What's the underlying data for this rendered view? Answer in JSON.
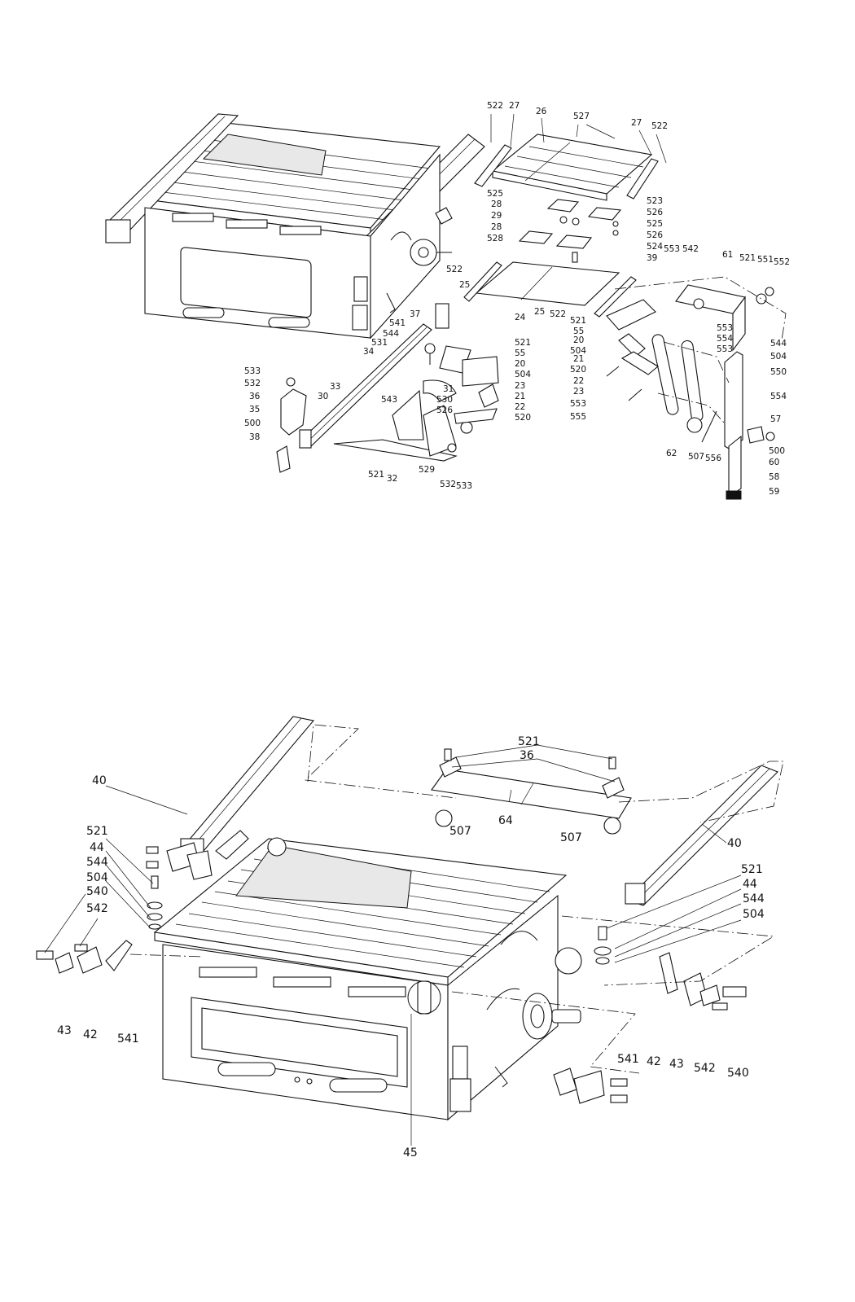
{
  "top_view": {
    "labels": [
      {
        "id": "t522a",
        "text": "522"
      },
      {
        "id": "t27a",
        "text": "27"
      },
      {
        "id": "t26",
        "text": "26"
      },
      {
        "id": "t527",
        "text": "527"
      },
      {
        "id": "t27b",
        "text": "27"
      },
      {
        "id": "t522b",
        "text": "522"
      },
      {
        "id": "t525a",
        "text": "525"
      },
      {
        "id": "t28a",
        "text": "28"
      },
      {
        "id": "t29",
        "text": "29"
      },
      {
        "id": "t28b",
        "text": "28"
      },
      {
        "id": "t528",
        "text": "528"
      },
      {
        "id": "t523",
        "text": "523"
      },
      {
        "id": "t526a",
        "text": "526"
      },
      {
        "id": "t525b",
        "text": "525"
      },
      {
        "id": "t526b",
        "text": "526"
      },
      {
        "id": "t524",
        "text": "524"
      },
      {
        "id": "t39",
        "text": "39"
      },
      {
        "id": "t553a",
        "text": "553"
      },
      {
        "id": "t542",
        "text": "542"
      },
      {
        "id": "t61",
        "text": "61"
      },
      {
        "id": "t521a",
        "text": "521"
      },
      {
        "id": "t551",
        "text": "551"
      },
      {
        "id": "t552",
        "text": "552"
      },
      {
        "id": "t522c",
        "text": "522"
      },
      {
        "id": "t25a",
        "text": "25"
      },
      {
        "id": "t24",
        "text": "24"
      },
      {
        "id": "t25b",
        "text": "25"
      },
      {
        "id": "t522d",
        "text": "522"
      },
      {
        "id": "t521b",
        "text": "521"
      },
      {
        "id": "t55a",
        "text": "55"
      },
      {
        "id": "t20a",
        "text": "20"
      },
      {
        "id": "t504a",
        "text": "504"
      },
      {
        "id": "t21a",
        "text": "21"
      },
      {
        "id": "t520a",
        "text": "520"
      },
      {
        "id": "t22a",
        "text": "22"
      },
      {
        "id": "t23a",
        "text": "23"
      },
      {
        "id": "t553b",
        "text": "553"
      },
      {
        "id": "t555",
        "text": "555"
      },
      {
        "id": "t553c",
        "text": "553"
      },
      {
        "id": "t554a",
        "text": "554"
      },
      {
        "id": "t553d",
        "text": "553"
      },
      {
        "id": "t544a",
        "text": "544"
      },
      {
        "id": "t504b",
        "text": "504"
      },
      {
        "id": "t550",
        "text": "550"
      },
      {
        "id": "t554b",
        "text": "554"
      },
      {
        "id": "t57",
        "text": "57"
      },
      {
        "id": "t500a",
        "text": "500"
      },
      {
        "id": "t60",
        "text": "60"
      },
      {
        "id": "t58",
        "text": "58"
      },
      {
        "id": "t59",
        "text": "59"
      },
      {
        "id": "t62",
        "text": "62"
      },
      {
        "id": "t507a",
        "text": "507"
      },
      {
        "id": "t556",
        "text": "556"
      },
      {
        "id": "t37",
        "text": "37"
      },
      {
        "id": "t541a",
        "text": "541"
      },
      {
        "id": "t544b",
        "text": "544"
      },
      {
        "id": "t531",
        "text": "531"
      },
      {
        "id": "t34",
        "text": "34"
      },
      {
        "id": "t521c",
        "text": "521"
      },
      {
        "id": "t55b",
        "text": "55"
      },
      {
        "id": "t20b",
        "text": "20"
      },
      {
        "id": "t504c",
        "text": "504"
      },
      {
        "id": "t23b",
        "text": "23"
      },
      {
        "id": "t21b",
        "text": "21"
      },
      {
        "id": "t22b",
        "text": "22"
      },
      {
        "id": "t520b",
        "text": "520"
      },
      {
        "id": "t533a",
        "text": "533"
      },
      {
        "id": "t532a",
        "text": "532"
      },
      {
        "id": "t36a",
        "text": "36"
      },
      {
        "id": "t35",
        "text": "35"
      },
      {
        "id": "t500b",
        "text": "500"
      },
      {
        "id": "t38",
        "text": "38"
      },
      {
        "id": "t33",
        "text": "33"
      },
      {
        "id": "t30",
        "text": "30"
      },
      {
        "id": "t543",
        "text": "543"
      },
      {
        "id": "t31",
        "text": "31"
      },
      {
        "id": "t530",
        "text": "530"
      },
      {
        "id": "t526c",
        "text": "526"
      },
      {
        "id": "t521d",
        "text": "521"
      },
      {
        "id": "t32",
        "text": "32"
      },
      {
        "id": "t529",
        "text": "529"
      },
      {
        "id": "t532b",
        "text": "532"
      },
      {
        "id": "t533b",
        "text": "533"
      }
    ]
  },
  "bottom_view": {
    "labels": [
      {
        "id": "b521a",
        "text": "521"
      },
      {
        "id": "b36",
        "text": "36"
      },
      {
        "id": "b64",
        "text": "64"
      },
      {
        "id": "b507a",
        "text": "507"
      },
      {
        "id": "b507b",
        "text": "507"
      },
      {
        "id": "b40a",
        "text": "40"
      },
      {
        "id": "b40b",
        "text": "40"
      },
      {
        "id": "b521b",
        "text": "521"
      },
      {
        "id": "b44a",
        "text": "44"
      },
      {
        "id": "b544a",
        "text": "544"
      },
      {
        "id": "b504a",
        "text": "504"
      },
      {
        "id": "b540a",
        "text": "540"
      },
      {
        "id": "b542a",
        "text": "542"
      },
      {
        "id": "b43a",
        "text": "43"
      },
      {
        "id": "b42a",
        "text": "42"
      },
      {
        "id": "b541a",
        "text": "541"
      },
      {
        "id": "b521c",
        "text": "521"
      },
      {
        "id": "b44b",
        "text": "44"
      },
      {
        "id": "b544b",
        "text": "544"
      },
      {
        "id": "b504b",
        "text": "504"
      },
      {
        "id": "b541b",
        "text": "541"
      },
      {
        "id": "b42b",
        "text": "42"
      },
      {
        "id": "b43b",
        "text": "43"
      },
      {
        "id": "b542b",
        "text": "542"
      },
      {
        "id": "b540b",
        "text": "540"
      },
      {
        "id": "b45",
        "text": "45"
      }
    ]
  }
}
